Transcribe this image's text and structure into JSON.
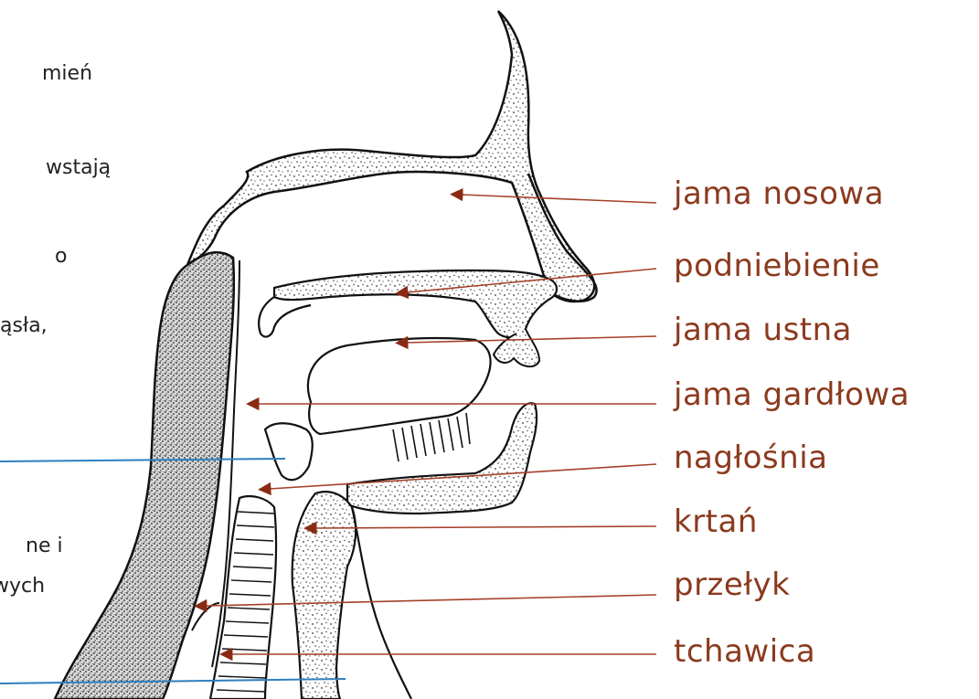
{
  "side_text": [
    "mień",
    "wstają",
    "o",
    "ąsła,",
    "ne i",
    "wych"
  ],
  "labels": [
    "jama nosowa",
    "podniebienie",
    "jama ustna",
    "jama gardłowa",
    "nagłośnia",
    "krtań",
    "przełyk",
    "tchawica"
  ],
  "colors": {
    "label_text": "#8b3a1e",
    "leader_line": "#a5402a",
    "arrow_head": "#8b2a14",
    "blue_rule": "#2f7fbf",
    "outline": "#111111"
  }
}
